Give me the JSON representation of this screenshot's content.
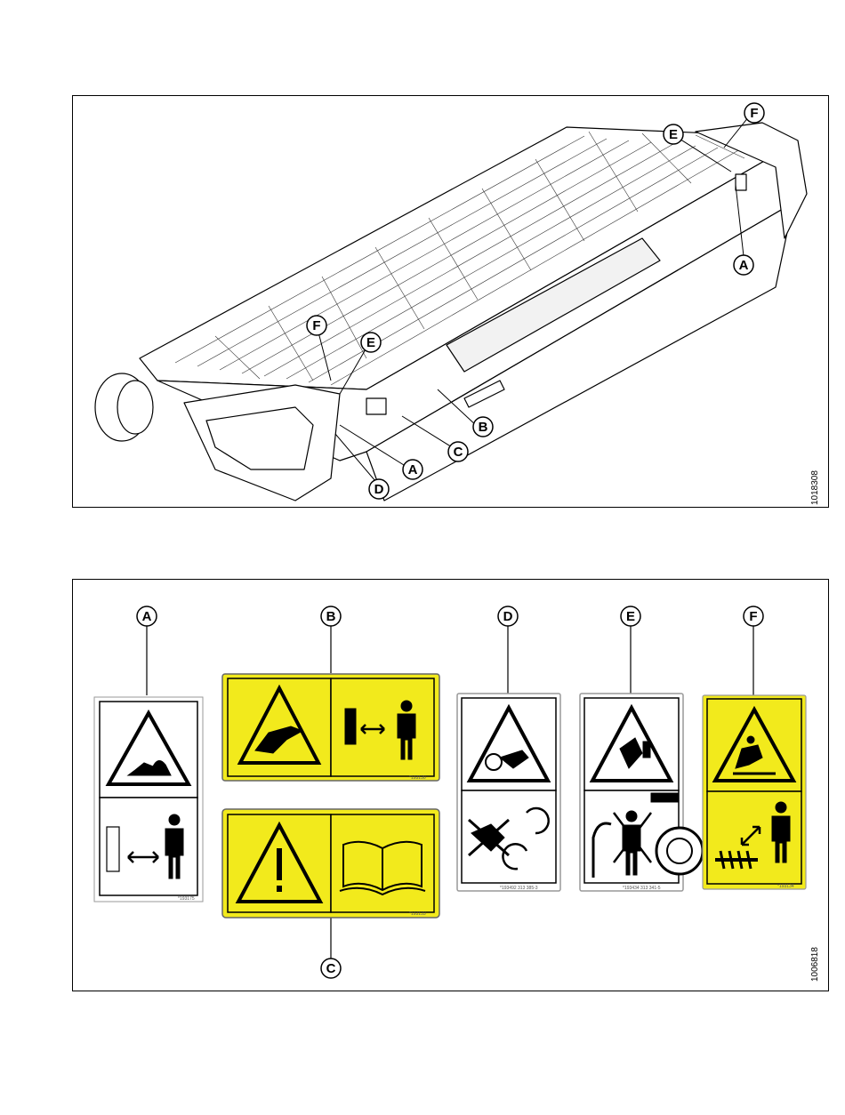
{
  "figure1": {
    "number": "1018308",
    "callouts": [
      "F",
      "E",
      "A",
      "F",
      "E",
      "B",
      "C",
      "A",
      "D"
    ]
  },
  "figure2": {
    "number": "1006818",
    "callouts": [
      "A",
      "B",
      "D",
      "E",
      "F",
      "C"
    ],
    "decals": [
      {
        "id": "A",
        "background": "#ffffff",
        "icons": [
          "auger-entanglement-warning-icon",
          "keep-clear-person-icon"
        ]
      },
      {
        "id": "B",
        "background": "#f2ea1c",
        "icons": [
          "hand-crush-warning-icon",
          "keep-clear-person-icon"
        ]
      },
      {
        "id": "C",
        "background": "#f2ea1c",
        "icons": [
          "general-warning-icon",
          "operator-manual-icon"
        ]
      },
      {
        "id": "D",
        "background": "#ffffff",
        "icons": [
          "rotating-parts-warning-icon",
          "no-hands-rotating-icon"
        ]
      },
      {
        "id": "E",
        "background": "#ffffff",
        "icons": [
          "crush-pinch-warning-icon",
          "no-person-between-icon"
        ]
      },
      {
        "id": "F",
        "background": "#f2ea1c",
        "icons": [
          "fall-hazard-warning-icon",
          "auger-keep-clear-icon"
        ]
      }
    ],
    "decal_codes": [
      "*193175",
      "*193130",
      "*193133",
      "*193492  313 385-3",
      "*193434  313 341-5",
      "*193134"
    ]
  }
}
